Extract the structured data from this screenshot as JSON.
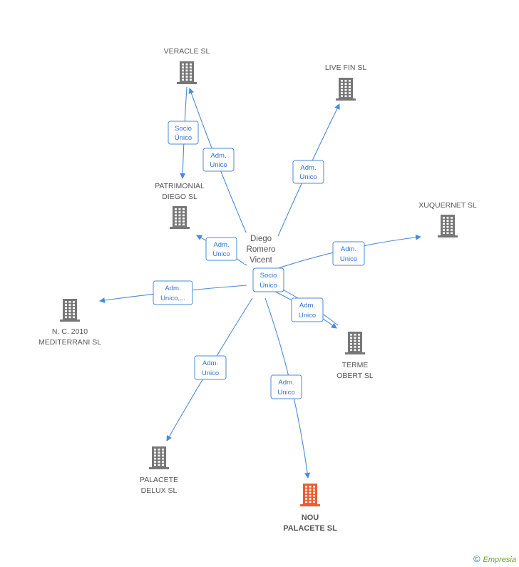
{
  "colors": {
    "building": "#777777",
    "building_focus": "#ef5a2f",
    "edge": "#4a8bd6",
    "label_text": "#2f73c9"
  },
  "person": {
    "lines": [
      "Diego",
      "Romero",
      "Vicent"
    ]
  },
  "companies": [
    {
      "id": "veracle",
      "lines": [
        "VERACLE SL"
      ],
      "focus": false,
      "icon": "building-icon"
    },
    {
      "id": "livefin",
      "lines": [
        "LIVE FIN SL"
      ],
      "focus": false,
      "icon": "building-icon"
    },
    {
      "id": "patrimonial",
      "lines": [
        "PATRIMONIAL",
        "DIEGO SL"
      ],
      "focus": false,
      "icon": "building-icon"
    },
    {
      "id": "xuquernet",
      "lines": [
        "XUQUERNET SL"
      ],
      "focus": false,
      "icon": "building-icon"
    },
    {
      "id": "nc2010",
      "lines": [
        "N.  C. 2010",
        "MEDITERRANI SL"
      ],
      "focus": false,
      "icon": "building-icon"
    },
    {
      "id": "terme",
      "lines": [
        "TERME",
        "OBERT SL"
      ],
      "focus": false,
      "icon": "building-icon"
    },
    {
      "id": "palacetedelux",
      "lines": [
        "PALACETE",
        "DELUX SL"
      ],
      "focus": false,
      "icon": "building-icon"
    },
    {
      "id": "noupalacete",
      "lines": [
        "NOU",
        "PALACETE SL"
      ],
      "focus": true,
      "icon": "building-icon"
    }
  ],
  "relations": [
    {
      "id": "socio-veracle-patrimonial",
      "lines": [
        "Socio",
        "Único"
      ]
    },
    {
      "id": "adm-veracle",
      "lines": [
        "Adm.",
        "Unico"
      ]
    },
    {
      "id": "adm-livefin",
      "lines": [
        "Adm.",
        "Unico"
      ]
    },
    {
      "id": "adm-patrimonial",
      "lines": [
        "Adm.",
        "Unico"
      ]
    },
    {
      "id": "socio-unico",
      "lines": [
        "Socio",
        "Único"
      ]
    },
    {
      "id": "adm-xuquernet",
      "lines": [
        "Adm.",
        "Unico"
      ]
    },
    {
      "id": "adm-nc2010",
      "lines": [
        "Adm.",
        "Unico,..."
      ]
    },
    {
      "id": "adm-terme",
      "lines": [
        "Adm.",
        "Unico"
      ]
    },
    {
      "id": "adm-palacetedelux",
      "lines": [
        "Adm.",
        "Unico"
      ]
    },
    {
      "id": "adm-noupalacete",
      "lines": [
        "Adm.",
        "Unico"
      ]
    }
  ],
  "footer": {
    "copyright": "©",
    "brand": "Empresia"
  }
}
